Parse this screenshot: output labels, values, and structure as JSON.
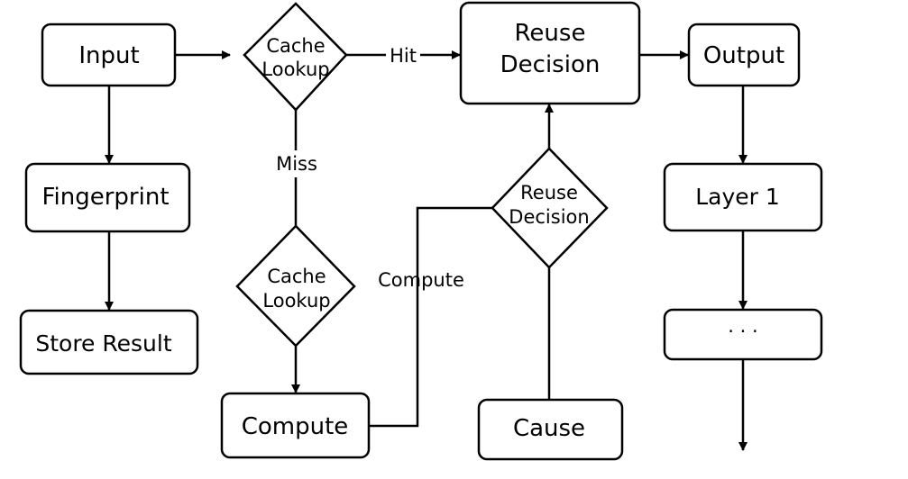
{
  "nodes": {
    "input": "Input",
    "fingerprint": "Fingerprint",
    "store_result": "Store Result",
    "cache_lookup_top_line1": "Cache",
    "cache_lookup_top_line2": "Lookup",
    "cache_lookup_bottom_line1": "Cache",
    "cache_lookup_bottom_line2": "Lookup",
    "compute": "Compute",
    "reuse_decision_box_line1": "Reuse",
    "reuse_decision_box_line2": "Decision",
    "reuse_decision_diamond_line1": "Reuse",
    "reuse_decision_diamond_line2": "Decision",
    "cause": "Cause",
    "output": "Output",
    "layer_1": "Layer 1",
    "ellipsis": "· · ·"
  },
  "edges": {
    "hit": "Hit",
    "miss": "Miss",
    "compute": "Compute"
  }
}
